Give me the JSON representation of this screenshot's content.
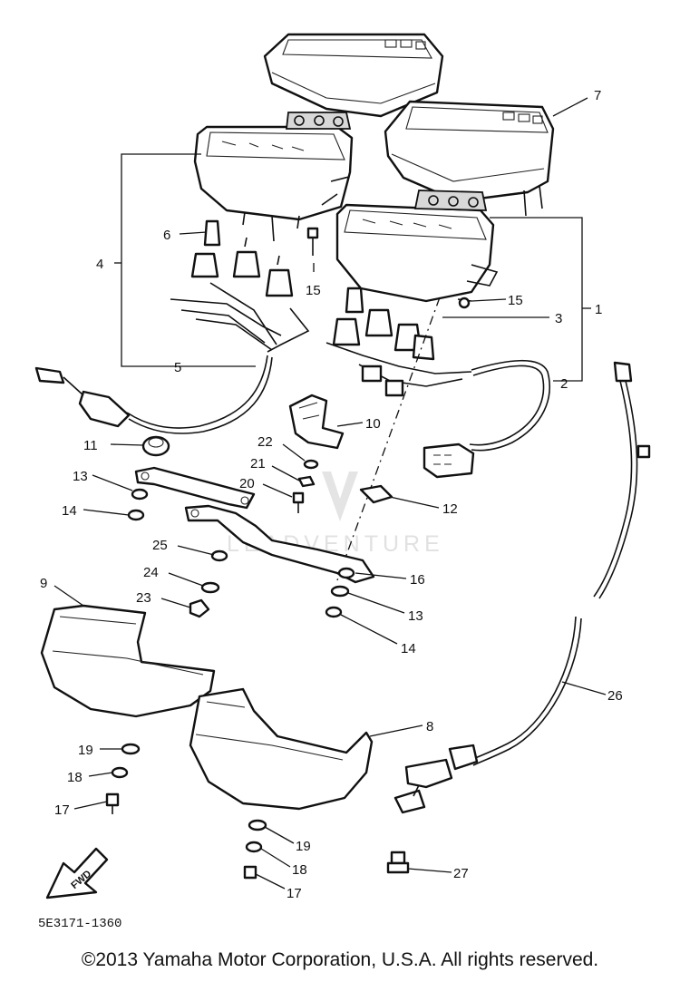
{
  "diagram": {
    "callouts": [
      "1",
      "2",
      "3",
      "4",
      "5",
      "6",
      "7",
      "8",
      "9",
      "10",
      "11",
      "12",
      "13",
      "14",
      "15",
      "16",
      "17",
      "18",
      "19",
      "20",
      "21",
      "22",
      "23",
      "24",
      "25",
      "26",
      "27"
    ],
    "drawing_code": "5E3171-1360",
    "fwd_label": "FWD",
    "watermark_text": "LEADVENTURE"
  },
  "footer": {
    "copyright": "©2013 Yamaha Motor Corporation, U.S.A. All rights reserved."
  }
}
